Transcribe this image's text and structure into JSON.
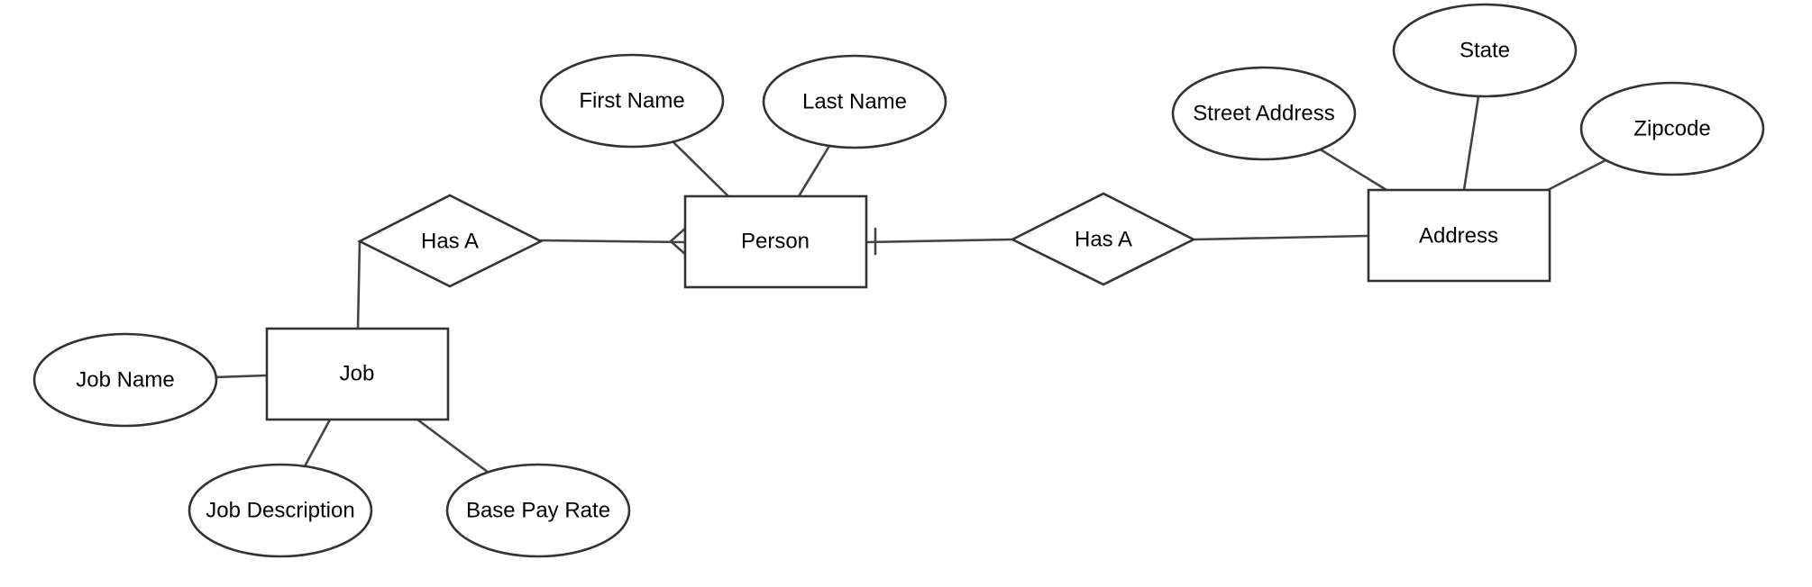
{
  "diagram": {
    "entities": {
      "person": "Person",
      "address": "Address",
      "job": "Job"
    },
    "relationships": {
      "person_job": "Has A",
      "person_address": "Has A"
    },
    "attributes": {
      "first_name": "First Name",
      "last_name": "Last Name",
      "street_address": "Street Address",
      "state": "State",
      "zipcode": "Zipcode",
      "job_name": "Job Name",
      "job_description": "Job Description",
      "base_pay_rate": "Base Pay Rate"
    },
    "colors": {
      "stroke": "#333333",
      "fill": "#ffffff",
      "text": "#000000"
    }
  }
}
